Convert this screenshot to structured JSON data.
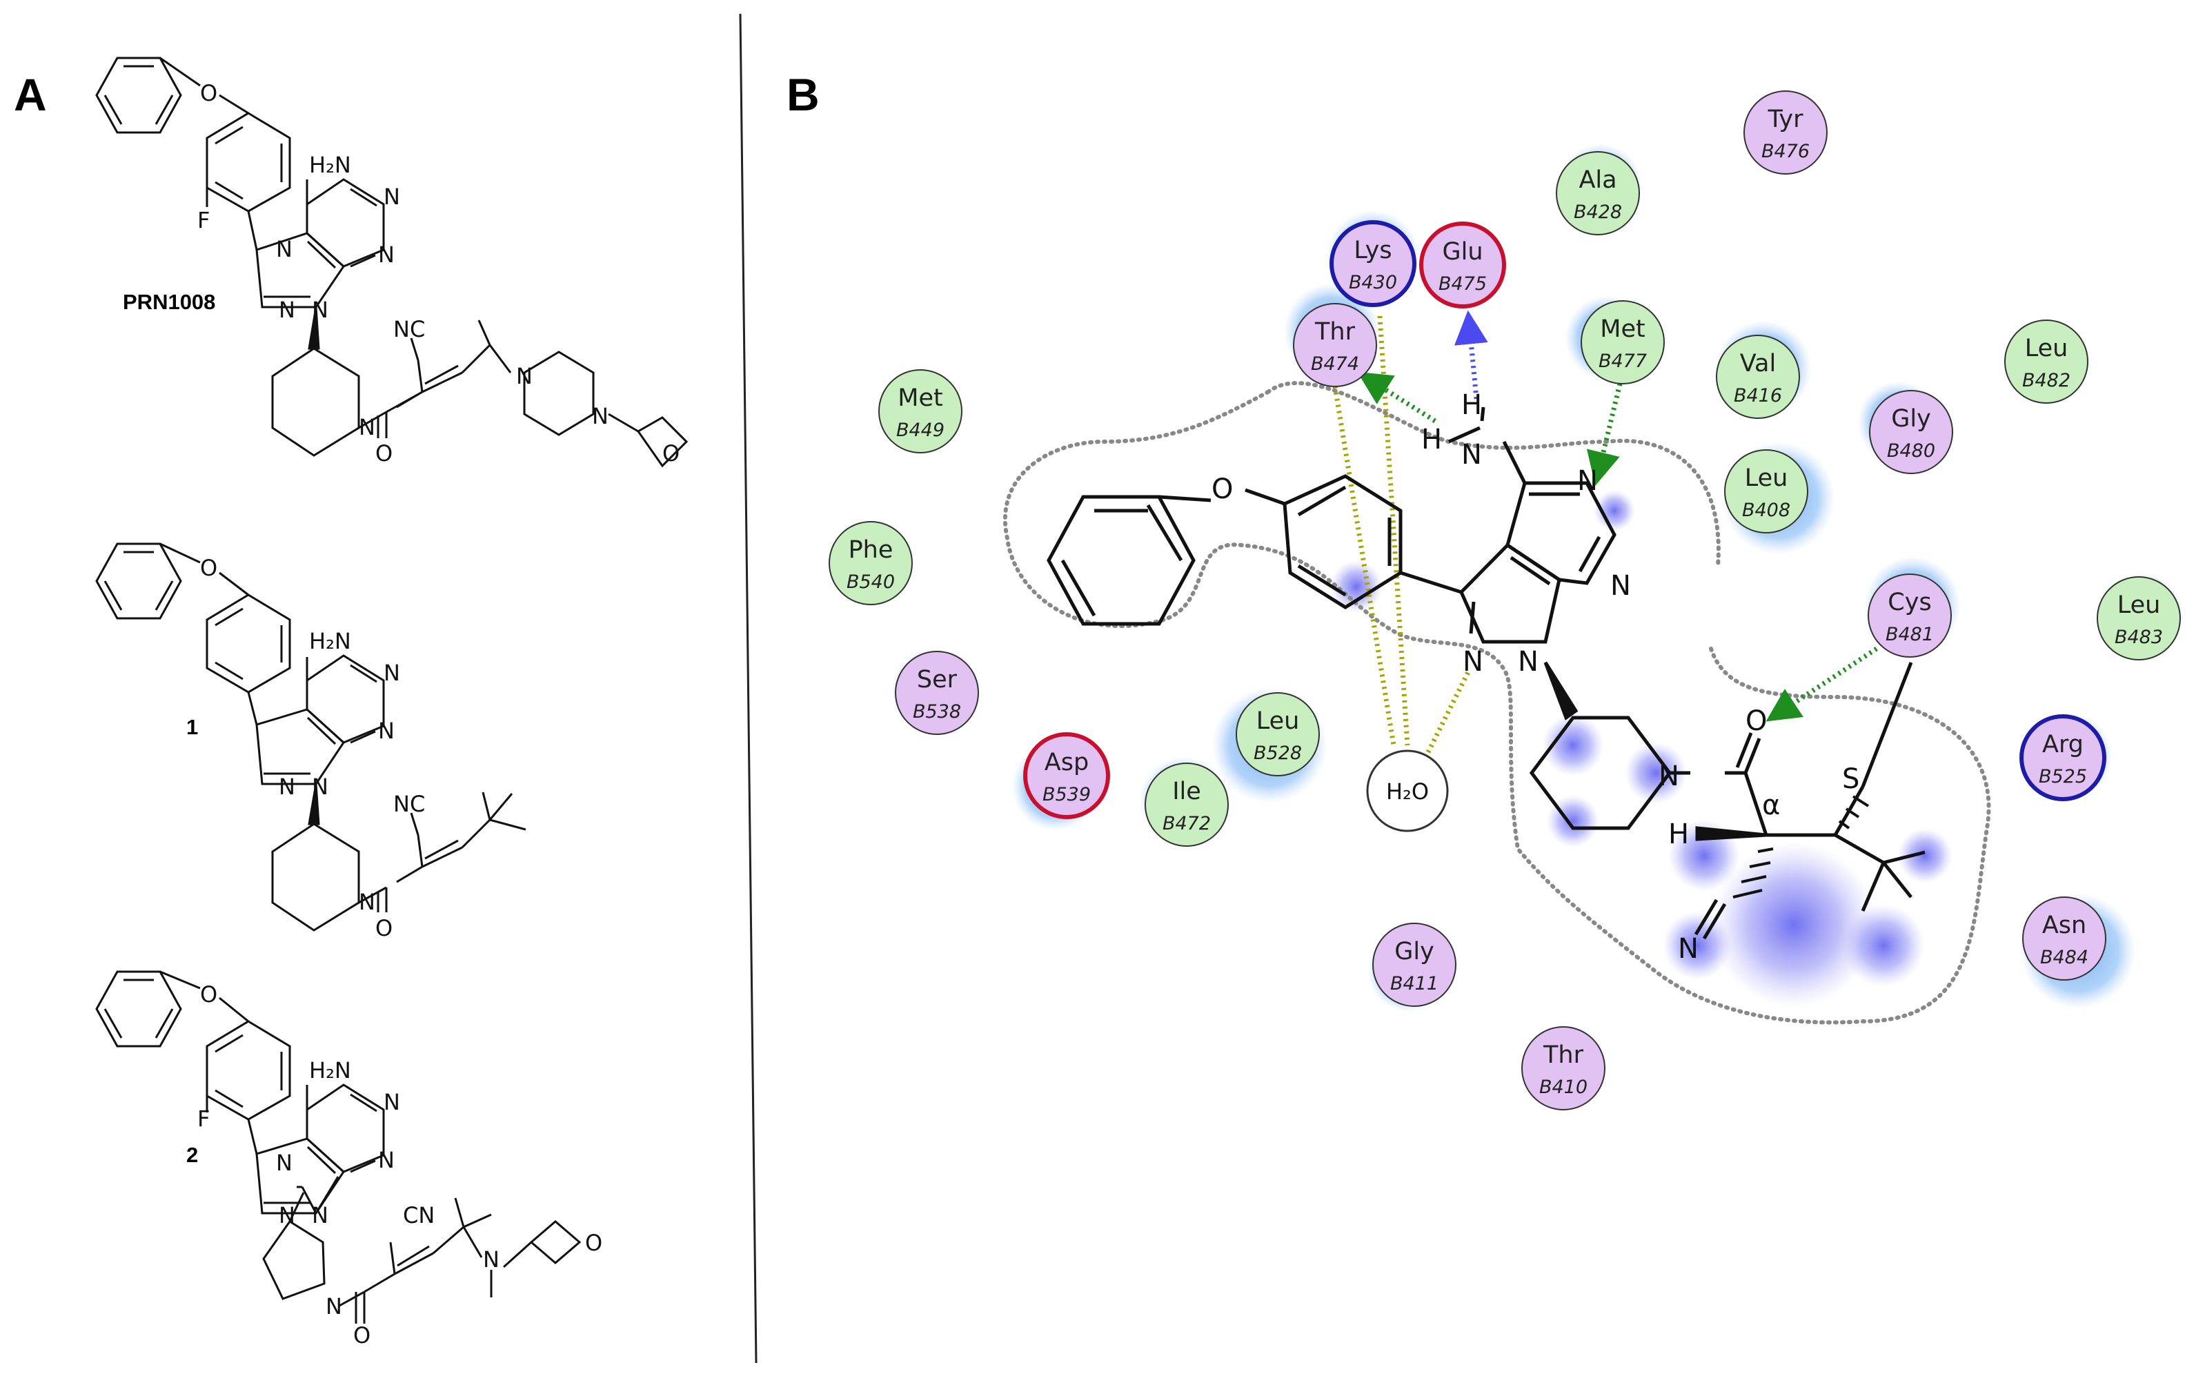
{
  "panels": {
    "a": "A",
    "b": "B"
  },
  "compounds": {
    "c1": "PRN1008",
    "c2": "1",
    "c3": "2"
  },
  "atoms": {
    "O": "O",
    "N": "N",
    "F": "F",
    "S": "S",
    "H": "H",
    "H2N": "H₂N",
    "NC": "NC",
    "CN": "CN",
    "H2O": "H₂O",
    "alpha": "α"
  },
  "colors": {
    "polar": "#e2c2f2",
    "hydrophobic": "#c9efc0",
    "acidic_ring": "#c8102e",
    "basic_ring": "#1c1ca8",
    "sidechain_hbond": "#1e8f1e",
    "backbone_hbond": "#4a4af0",
    "water_contact": "#a9a300",
    "exposure": "#6a6af0",
    "pocket_contour": "#888888"
  },
  "residues": [
    {
      "name": "Tyr",
      "num": "B476",
      "type": "polar"
    },
    {
      "name": "Ala",
      "num": "B428",
      "type": "hydrophobic"
    },
    {
      "name": "Lys",
      "num": "B430",
      "type": "basic"
    },
    {
      "name": "Glu",
      "num": "B475",
      "type": "acidic"
    },
    {
      "name": "Thr",
      "num": "B474",
      "type": "polar"
    },
    {
      "name": "Met",
      "num": "B477",
      "type": "hydrophobic"
    },
    {
      "name": "Val",
      "num": "B416",
      "type": "hydrophobic"
    },
    {
      "name": "Leu",
      "num": "B482",
      "type": "hydrophobic"
    },
    {
      "name": "Met",
      "num": "B449",
      "type": "hydrophobic"
    },
    {
      "name": "Gly",
      "num": "B480",
      "type": "polar"
    },
    {
      "name": "Leu",
      "num": "B408",
      "type": "hydrophobic"
    },
    {
      "name": "Phe",
      "num": "B540",
      "type": "hydrophobic"
    },
    {
      "name": "Cys",
      "num": "B481",
      "type": "polar"
    },
    {
      "name": "Leu",
      "num": "B483",
      "type": "hydrophobic"
    },
    {
      "name": "Ser",
      "num": "B538",
      "type": "polar"
    },
    {
      "name": "Leu",
      "num": "B528",
      "type": "hydrophobic"
    },
    {
      "name": "Asp",
      "num": "B539",
      "type": "acidic"
    },
    {
      "name": "Ile",
      "num": "B472",
      "type": "hydrophobic"
    },
    {
      "name": "Arg",
      "num": "B525",
      "type": "basic"
    },
    {
      "name": "Asn",
      "num": "B484",
      "type": "polar"
    },
    {
      "name": "Gly",
      "num": "B411",
      "type": "polar"
    },
    {
      "name": "Thr",
      "num": "B410",
      "type": "polar"
    }
  ]
}
